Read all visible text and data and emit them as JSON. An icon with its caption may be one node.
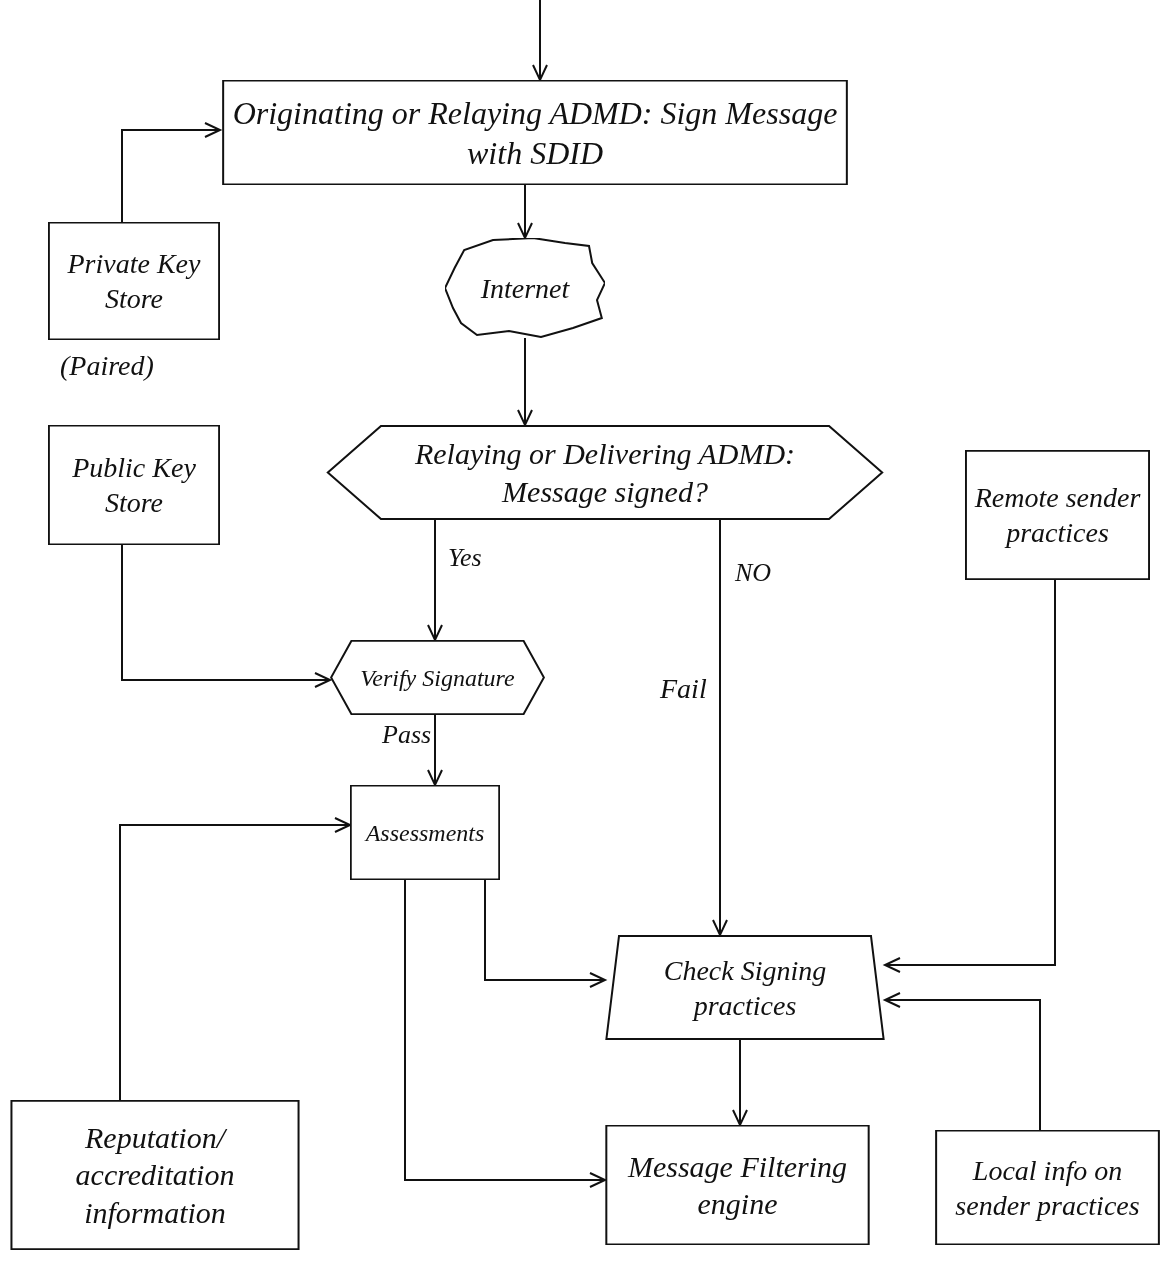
{
  "diagram": {
    "nodes": [
      {
        "text": [
          "Originating or Relaying ADMD: Sign Message with SDID"
        ]
      },
      {
        "text": [
          "Private Key Store"
        ]
      },
      {
        "text": [
          "Internet"
        ]
      },
      {
        "text": [
          "Public Key Store"
        ]
      },
      {
        "text": [
          "Relaying or Delivering ADMD: Message signed?"
        ]
      },
      {
        "text": [
          "Remote sender practices"
        ]
      },
      {
        "text": [
          "Verify Signature"
        ]
      },
      {
        "text": [
          "Assessments"
        ]
      },
      {
        "text": [
          "Check Signing practices"
        ]
      },
      {
        "text": [
          "Reputation/ accreditation information"
        ]
      },
      {
        "text": [
          "Message Filtering engine"
        ]
      },
      {
        "text": [
          "Local info on sender practices"
        ]
      }
    ],
    "edges": [
      {
        "from": null,
        "to": 0,
        "arrow": "to"
      },
      {
        "from": 1,
        "to": 0,
        "arrow": "to"
      },
      {
        "from": 0,
        "to": 2,
        "arrow": "to"
      },
      {
        "from": 2,
        "to": 4,
        "arrow": "to"
      },
      {
        "from": 4,
        "to": 6,
        "arrow": "to",
        "label": "Yes"
      },
      {
        "from": 3,
        "to": 6,
        "arrow": "to"
      },
      {
        "from": 6,
        "to": 7,
        "arrow": "to",
        "label": "Pass"
      },
      {
        "from": 4,
        "to": 8,
        "arrow": "to",
        "label": "NO"
      },
      {
        "from": 9,
        "to": 7,
        "arrow": "to"
      },
      {
        "from": 7,
        "to": 8,
        "arrow": "to"
      },
      {
        "from": 7,
        "to": 10,
        "arrow": "to"
      },
      {
        "from": 5,
        "to": 8,
        "arrow": "to"
      },
      {
        "from": 11,
        "to": 8,
        "arrow": "to"
      },
      {
        "from": 8,
        "to": 10,
        "arrow": "to"
      }
    ],
    "labels": [
      "(Paired)",
      "Fail"
    ]
  }
}
